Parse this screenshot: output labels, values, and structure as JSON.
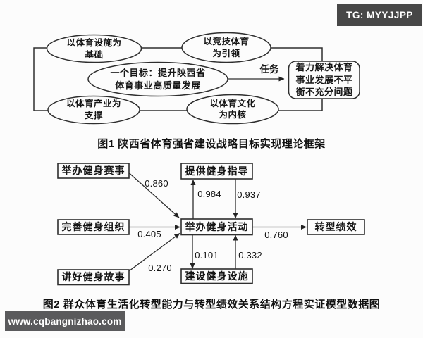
{
  "badges": {
    "tg": "TG: MYYJJPP",
    "site": "www.cqbangnizhao.com"
  },
  "figure1": {
    "caption": "图1  陕西省体育强省建设战略目标实现理论框架",
    "nodes": {
      "facilities": "以体育设施为\n基础",
      "competitive": "以竞技体育\n为引领",
      "goal": "一个目标：提升陕西省\n体育事业高质量发展",
      "industry": "以体育产业为\n支撑",
      "culture": "以体育文化\n为内核",
      "task_target": "着力解决体育\n事业发展不平\n衡不充分问题"
    },
    "arrow_label": "任务"
  },
  "figure2": {
    "caption": "图2  群众体育生活化转型能力与转型绩效关系结构方程实证模型数据图",
    "nodes": {
      "events": "举办健身赛事",
      "guidance": "提供健身指导",
      "organization": "完善健身组织",
      "activities": "举办健身活动",
      "performance": "转型绩效",
      "stories": "讲好健身故事",
      "facilities": "建设健身设施"
    },
    "edges": [
      {
        "from": "举办健身赛事",
        "to": "举办健身活动",
        "value": "0.860"
      },
      {
        "from": "完善健身组织",
        "to": "举办健身活动",
        "value": "0.405"
      },
      {
        "from": "讲好健身故事",
        "to": "举办健身活动",
        "value": "0.270"
      },
      {
        "from": "举办健身活动",
        "to": "提供健身指导",
        "value": "0.984"
      },
      {
        "from": "提供健身指导",
        "to": "举办健身活动",
        "value": "0.937"
      },
      {
        "from": "举办健身活动",
        "to": "建设健身设施",
        "value": "0.101"
      },
      {
        "from": "建设健身设施",
        "to": "举办健身活动",
        "value": "0.332"
      },
      {
        "from": "举办健身活动",
        "to": "转型绩效",
        "value": "0.760"
      }
    ]
  },
  "colors": {
    "background": "#fcfcfc",
    "line": "#2e2e2e",
    "text": "#161616",
    "badge_bg": "#474747",
    "watermark_bg": "#5a5a5c"
  }
}
